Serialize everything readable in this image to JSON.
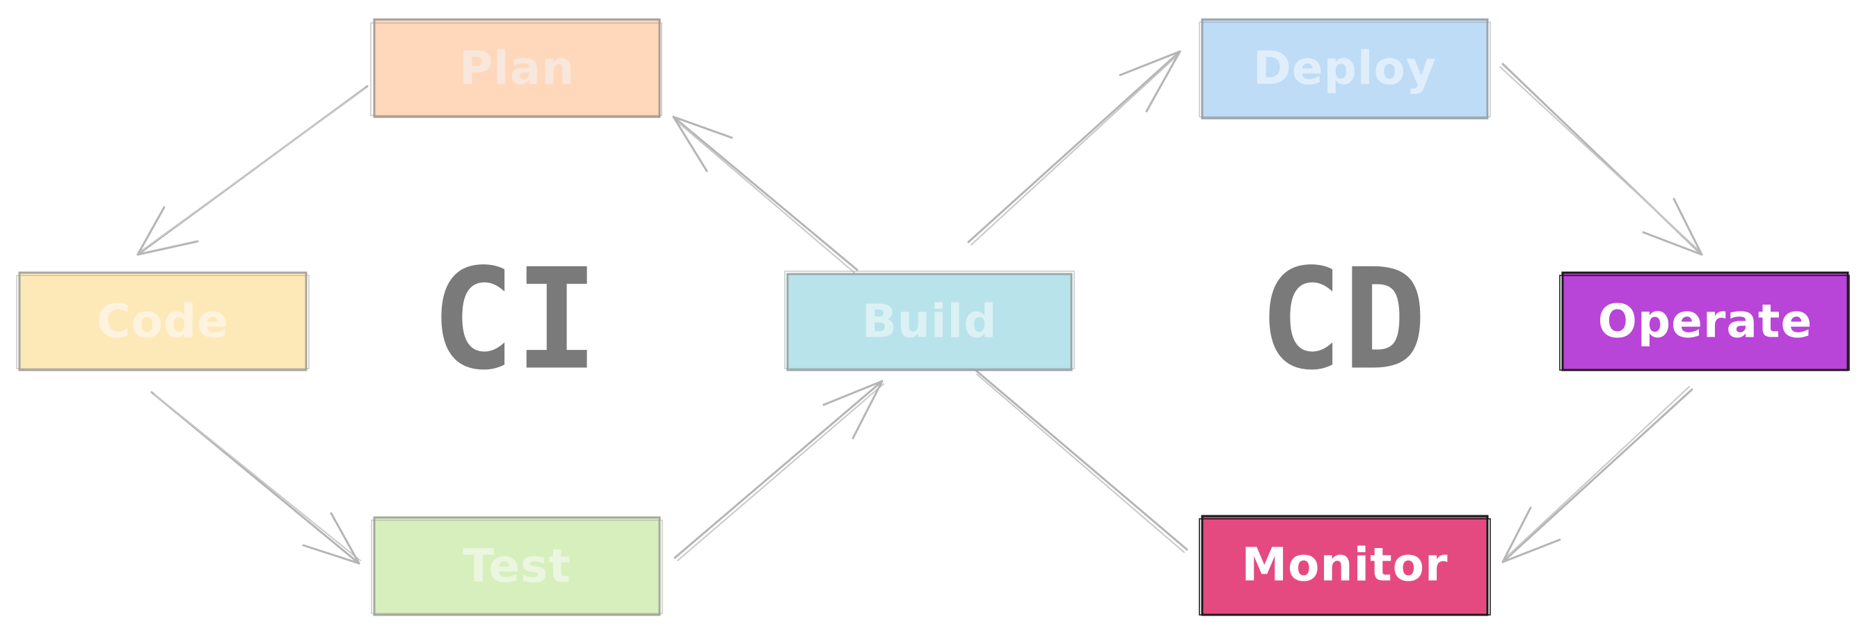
{
  "ci_label": "CI",
  "cd_label": "CD",
  "nodes": {
    "plan": {
      "label": "Plan",
      "fill": "#ffd8bb",
      "text": "#f7e7dc",
      "stroke": "#a89e96"
    },
    "code": {
      "label": "Code",
      "fill": "#fde9b8",
      "text": "#fdf3df",
      "stroke": "#aaa59d"
    },
    "test": {
      "label": "Test",
      "fill": "#d7efbd",
      "text": "#eaf6df",
      "stroke": "#a3aa9c"
    },
    "build": {
      "label": "Build",
      "fill": "#b8e3ea",
      "text": "#dcf1f4",
      "stroke": "#9aa8ab"
    },
    "deploy": {
      "label": "Deploy",
      "fill": "#bfdcf6",
      "text": "#e0eefb",
      "stroke": "#9aa4ad"
    },
    "operate": {
      "label": "Operate",
      "fill": "#b944d8",
      "text": "#ffffff",
      "stroke": "#1a1a1a"
    },
    "monitor": {
      "label": "Monitor",
      "fill": "#e44a80",
      "text": "#ffffff",
      "stroke": "#1a1a1a"
    }
  },
  "colors": {
    "big_label": "#7a7a7a",
    "arrow": "#b5b5b5"
  }
}
